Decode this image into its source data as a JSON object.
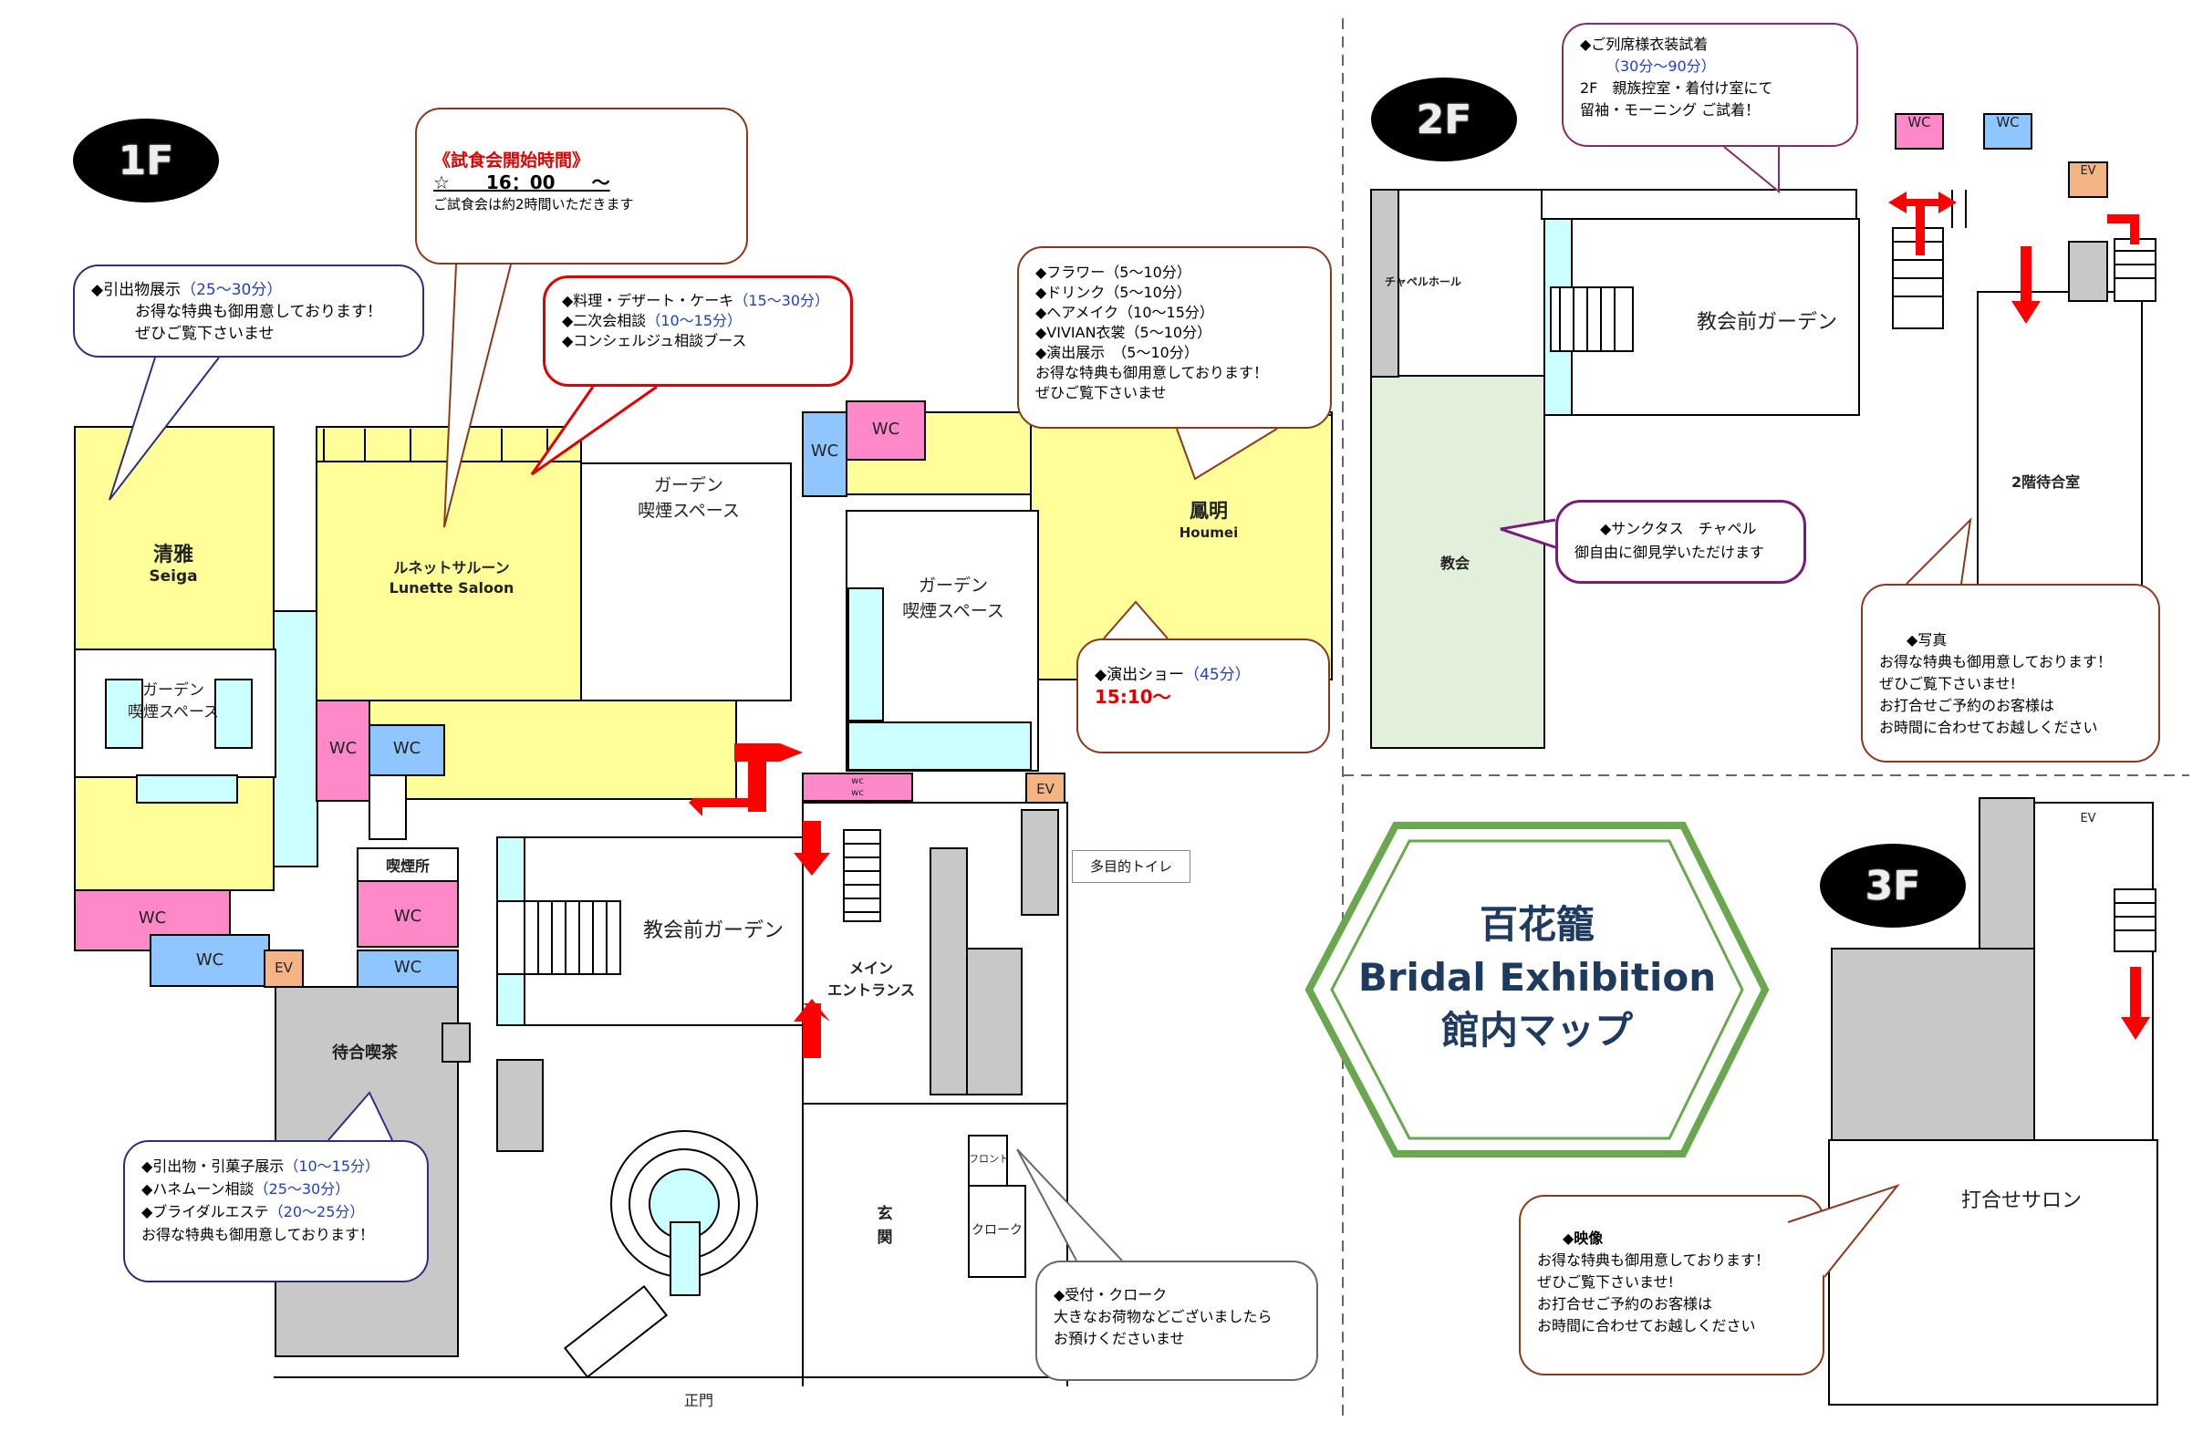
{
  "floors": {
    "f1": "1F",
    "f2": "2F",
    "f3": "3F"
  },
  "title": {
    "line1": "百花籠",
    "line2": "Bridal Exhibition",
    "line3": "館内マップ"
  },
  "colors": {
    "hall": "#ffff99",
    "wc_pink": "#ff88c8",
    "wc_blue": "#8fc6ff",
    "ev": "#f5b483",
    "garden": "#ccffff",
    "gray": "#c8c8c8",
    "church": "#e2efda",
    "frame": "#6aa84f"
  },
  "rooms_1f": {
    "seiga": "清雅",
    "seiga_en": "Seiga",
    "lunette": "ルネットサルーン",
    "lunette_en": "Lunette Saloon",
    "houmei": "鳳明",
    "houmei_en": "Houmei",
    "garden_smoke": "ガーデン",
    "smoke_space": "喫煙スペース",
    "smoking_room": "喫煙所",
    "chapel_garden": "教会前ガーデン",
    "main_entrance_1": "メイン",
    "main_entrance_2": "エントランス",
    "waiting_cafe": "待合喫茶",
    "genkan_1": "玄",
    "genkan_2": "関",
    "front": "フロント",
    "cloak": "クローク",
    "multi_toilet": "多目的トイレ",
    "gate": "正門",
    "wc": "WC",
    "ev": "EV",
    "wc_small": "wc"
  },
  "rooms_2f": {
    "chapel_hall": "チャペルホール",
    "church": "教会",
    "chapel_garden": "教会前ガーデン",
    "waiting_room": "2階待合室",
    "wc": "WC",
    "ev": "EV"
  },
  "rooms_3f": {
    "salon": "打合せサロン",
    "ev": "EV"
  },
  "bubbles": {
    "hikidemono": {
      "l1": "◆引出物展示",
      "l1b": "（25～30分）",
      "l2": "お得な特典も御用意しております！",
      "l3": "ぜひご覧下さいませ"
    },
    "tasting": {
      "l1": "《試食会開始時間》",
      "l2": "☆　　16：00　　～",
      "l3": "ご試食会は約2時間いただきます"
    },
    "cuisine": {
      "l1": "◆料理・デザート・ケーキ",
      "l1b": "（15～30分）",
      "l2": "◆二次会相談",
      "l2b": "（10～15分）",
      "l3": "◆コンシェルジュ相談ブース"
    },
    "flower": {
      "l1": "◆フラワー（5～10分）",
      "l2": "◆ドリンク（5～10分）",
      "l3": "◆ヘアメイク（10～15分）",
      "l4": "◆VIVIAN衣裳（5～10分）",
      "l5": "◆演出展示　（5～10分）",
      "l6": "お得な特典も御用意しております！",
      "l7": "ぜひご覧下さいませ"
    },
    "show": {
      "l1": "◆演出ショー",
      "l1b": "（45分）",
      "l2": "15:10～"
    },
    "cafe": {
      "l1": "◆引出物・引菓子展示",
      "l1b": "（10～15分）",
      "l2": "◆ハネムーン相談",
      "l2b": "（25～30分）",
      "l3": "◆ブライダルエステ",
      "l3b": "（20～25分）",
      "l4": "お得な特典も御用意しております！"
    },
    "reception": {
      "l1": "◆受付・クローク",
      "l2": "大きなお荷物などございましたら",
      "l3": "お預けくださいませ"
    },
    "dress": {
      "l1": "◆ご列席様衣装試着",
      "l2": "（30分～90分）",
      "l3": "2F　親族控室・着付け室にて",
      "l4": "留袖・モーニング ご試着！"
    },
    "sanctus": {
      "l1": "◆サンクタス　チャペル",
      "l2": "御自由に御見学いただけます"
    },
    "photo": {
      "l1": "◆写真",
      "l2": "お得な特典も御用意しております！",
      "l3": "ぜひご覧下さいませ!",
      "l4": "お打合せご予約のお客様は",
      "l5": "お時間に合わせてお越しください"
    },
    "video": {
      "l1": "◆映像",
      "l2": "お得な特典も御用意しております！",
      "l3": "ぜひご覧下さいませ!",
      "l4": "お打合せご予約のお客様は",
      "l5": "お時間に合わせてお越しください"
    }
  }
}
